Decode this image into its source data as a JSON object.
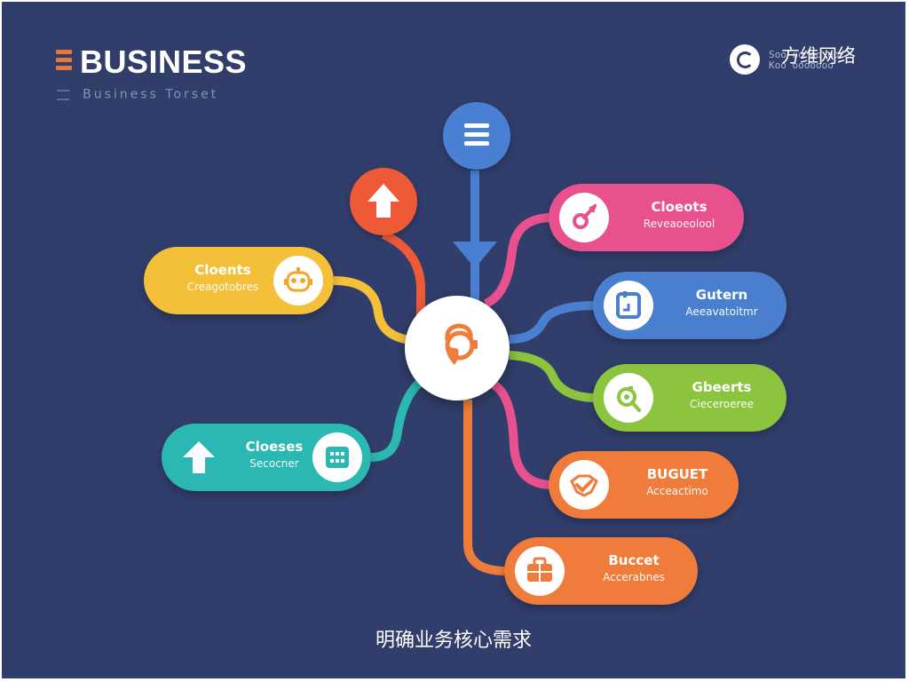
{
  "header": {
    "logo_title": "BUSINESS",
    "logo_subtitle": "Business Torset",
    "brand_small_text": "Soo oo oo oo\nKoo ooooooo",
    "brand_name": "方维网络"
  },
  "nodes": {
    "top_blue_icon": "menu-icon",
    "top_red_icon": "arrow-up-icon",
    "hub_icon": "location-pin-icon"
  },
  "items": [
    {
      "title": "Cloents",
      "subtitle": "Creagotobres",
      "icon": "robot-icon",
      "color": "#f4c03a"
    },
    {
      "title": "Cloeses",
      "subtitle": "Secocner",
      "icon": "grid-icon",
      "color": "#2bb8b2"
    },
    {
      "title": "Cloeots",
      "subtitle": "Reveaoeolool",
      "icon": "pen-icon",
      "color": "#e8518d"
    },
    {
      "title": "Gutern",
      "subtitle": "Aeeavatoitmr",
      "icon": "document-icon",
      "color": "#4a7fd0"
    },
    {
      "title": "Gbeerts",
      "subtitle": "Cieceroeree",
      "icon": "person-icon",
      "color": "#8cc43e"
    },
    {
      "title": "BUGUET",
      "subtitle": "Acceactimo",
      "icon": "handshake-icon",
      "color": "#f07c3c"
    },
    {
      "title": "Buccet",
      "subtitle": "Accerabnes",
      "icon": "briefcase-icon",
      "color": "#f07c3c"
    }
  ],
  "caption": "明确业务核心需求"
}
